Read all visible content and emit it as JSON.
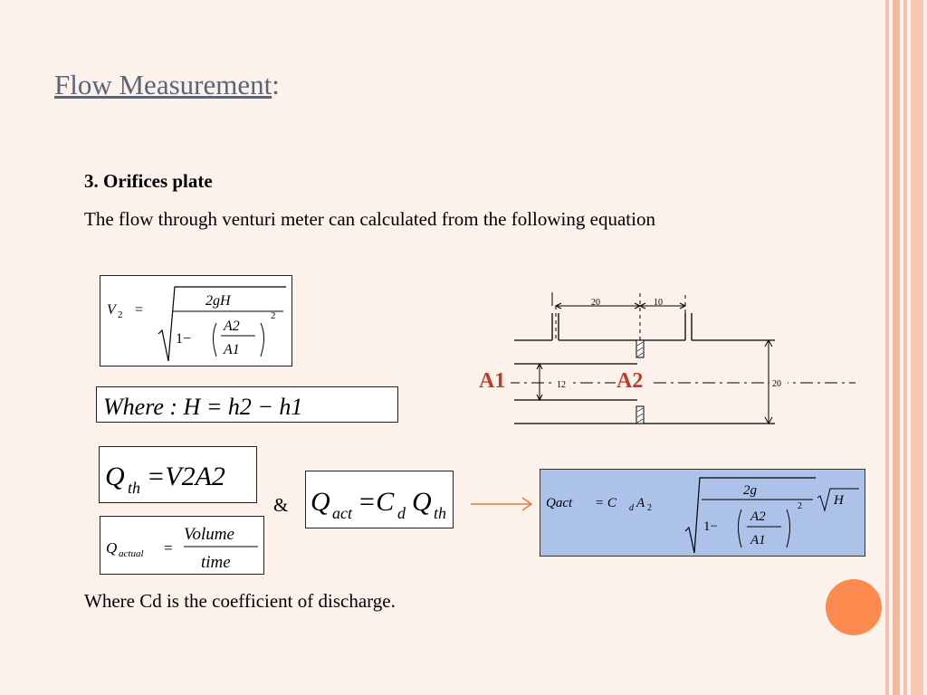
{
  "slide": {
    "title": "Flow Measurement",
    "title_suffix": ":",
    "heading": "3. Orifices plate",
    "intro": "The flow through venturi meter can calculated from the following equation",
    "ampersand": "&",
    "note": "Where Cd is the coefficient of discharge."
  },
  "equations": {
    "v2": {
      "lhs": "V",
      "lhs_sub": "2",
      "eq": "=",
      "num": "2gH",
      "one_minus": "1−",
      "a2": "A2",
      "a1": "A1",
      "exp": "2"
    },
    "where": "Where : H = h2 − h1",
    "qth": {
      "q": "Q",
      "sub": "th",
      "rhs": "=V2A2"
    },
    "qactual": {
      "lhs": "Q",
      "lhs_sub": "actual",
      "eq": "=",
      "num": "Volume",
      "den": "time"
    },
    "qact": {
      "q": "Q",
      "sub": "act",
      "eq": "=C",
      "c_sub": "d",
      "q2": "Q",
      "q2_sub": "th"
    },
    "final": {
      "lhs": "Qact",
      "eq": "= C",
      "c_sub": "d",
      "a": "A",
      "a_sub": "2",
      "num": "2g",
      "one_minus": "1−",
      "a2": "A2",
      "a1": "A1",
      "exp": "2",
      "h": "H"
    }
  },
  "diagram": {
    "label_a1": "A1",
    "label_a2": "A2",
    "dim_20_top": "20",
    "dim_10": "10",
    "dim_12": "12",
    "dim_20_right": "20"
  },
  "colors": {
    "background": "#fdf1ec",
    "title": "#5b6578",
    "highlight_box": "#adc2e8",
    "label_red": "#c0392b",
    "arrow": "#e8783a",
    "orb": "#fc8a4e",
    "stripe": "#f6b9a0"
  }
}
